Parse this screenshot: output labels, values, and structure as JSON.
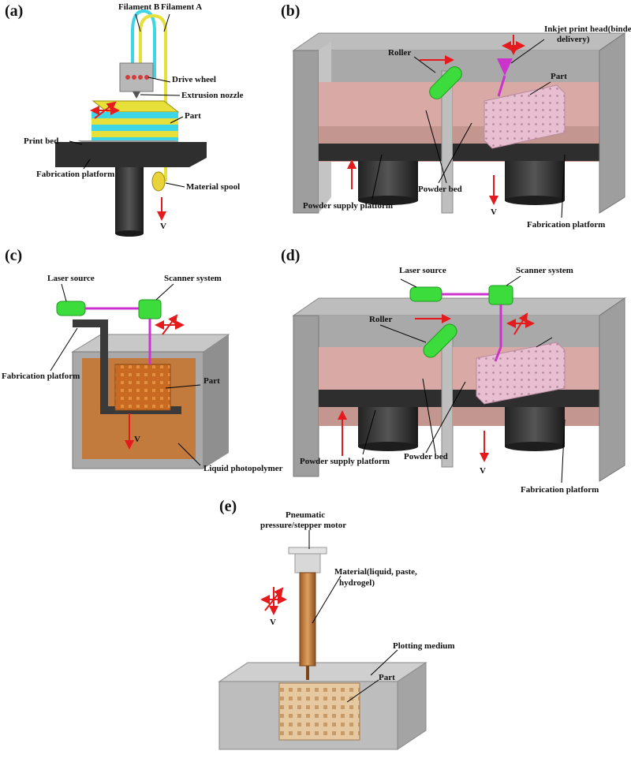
{
  "panels": {
    "a": {
      "tag": "(a)",
      "labels": {
        "filament_b": "Filament B",
        "filament_a": "Filament A",
        "drive_wheel": "Drive wheel",
        "extrusion_nozzle": "Extrusion nozzle",
        "part": "Part",
        "print_bed": "Print bed",
        "fabrication_platform": "Fabrication platform",
        "material_spool": "Material spool",
        "v": "V"
      }
    },
    "b": {
      "tag": "(b)",
      "labels": {
        "inkjet_line1": "Inkjet print head(binder",
        "inkjet_line2": "delivery)",
        "roller": "Roller",
        "part": "Part",
        "powder_bed": "Powder bed",
        "powder_supply_platform": "Powder supply platform",
        "fabrication_platform": "Fabrication platform",
        "v": "V"
      }
    },
    "c": {
      "tag": "(c)",
      "labels": {
        "laser_source": "Laser source",
        "scanner_system": "Scanner system",
        "fabrication_platform": "Fabrication platform",
        "part": "Part",
        "liquid_photopolymer": "Liquid photopolymer",
        "v": "V"
      }
    },
    "d": {
      "tag": "(d)",
      "labels": {
        "laser_source": "Laser source",
        "scanner_system": "Scanner system",
        "roller": "Roller",
        "powder_supply_platform": "Powder supply platform",
        "powder_bed": "Powder bed",
        "fabrication_platform": "Fabrication platform",
        "v": "V"
      }
    },
    "e": {
      "tag": "(e)",
      "labels": {
        "pneumatic_line1": "Pneumatic",
        "pneumatic_line2": "pressure/stepper motor",
        "material_line1": "Material(liquid, paste,",
        "material_line2": "hydrogel)",
        "plotting_medium": "Plotting medium",
        "part": "Part",
        "v": "V"
      }
    }
  },
  "colors": {
    "wall_gray": "#a9a9a9",
    "powder_pink": "#d9aaa5",
    "part_pink": "#e6b8c8",
    "platform_dark": "#333333",
    "filament_yellow": "#e8e03a",
    "filament_cyan": "#3ed6e6",
    "roller_green": "#3cdc3c",
    "inkjet_magenta": "#cc33cc",
    "resin_orange": "#c8732a",
    "arrow_red": "#e41a1c",
    "syringe_copper": "#d38a48",
    "medium_gray": "#bdbdbd"
  }
}
